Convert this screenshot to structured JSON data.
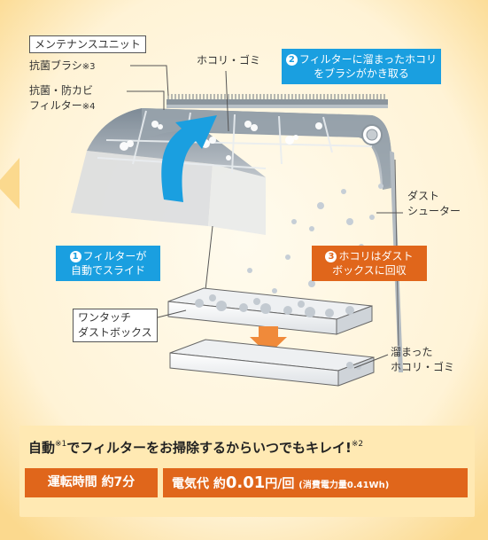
{
  "labels": {
    "maintenance_unit": "メンテナンスユニット",
    "brush": "抗菌ブラシ",
    "brush_note": "※3",
    "filter_line1": "抗菌・防カビ",
    "filter_line2": "フィルター",
    "filter_note": "※4",
    "dust_top": "ホコリ・ゴミ",
    "dust_chute_line1": "ダスト",
    "dust_chute_line2": "シューター",
    "dust_box_line1": "ワンタッチ",
    "dust_box_line2": "ダストボックス",
    "collected_line1": "溜まった",
    "collected_line2": "ホコリ・ゴミ"
  },
  "callouts": {
    "step1": {
      "num": "1",
      "line1": "フィルターが",
      "line2": "自動でスライド",
      "color": "#1a9fe0"
    },
    "step2": {
      "num": "2",
      "line1": "フィルターに溜まったホコリ",
      "line2": "をブラシがかき取る",
      "color": "#1a9fe0"
    },
    "step3": {
      "num": "3",
      "line1": "ホコリはダスト",
      "line2": "ボックスに回収",
      "color": "#e0661b"
    }
  },
  "summary": {
    "headline_a": "自動",
    "headline_note1": "※1",
    "headline_b": "でフィルターをお掃除するからいつでもキレイ!",
    "headline_note2": "※2",
    "pill1_label": "運転時間",
    "pill1_value": "約7分",
    "pill2_label": "電気代",
    "pill2_prefix": "約",
    "pill2_value": "0.01",
    "pill2_unit": "円/回",
    "pill2_note": "(消費電力量0.41Wh)"
  },
  "colors": {
    "background_gradient_outer": "#fbd98e",
    "background_gradient_inner": "#fff9e9",
    "bottom_panel": "#ffe9b3",
    "orange": "#e0661b",
    "blue": "#1a9fe0"
  }
}
